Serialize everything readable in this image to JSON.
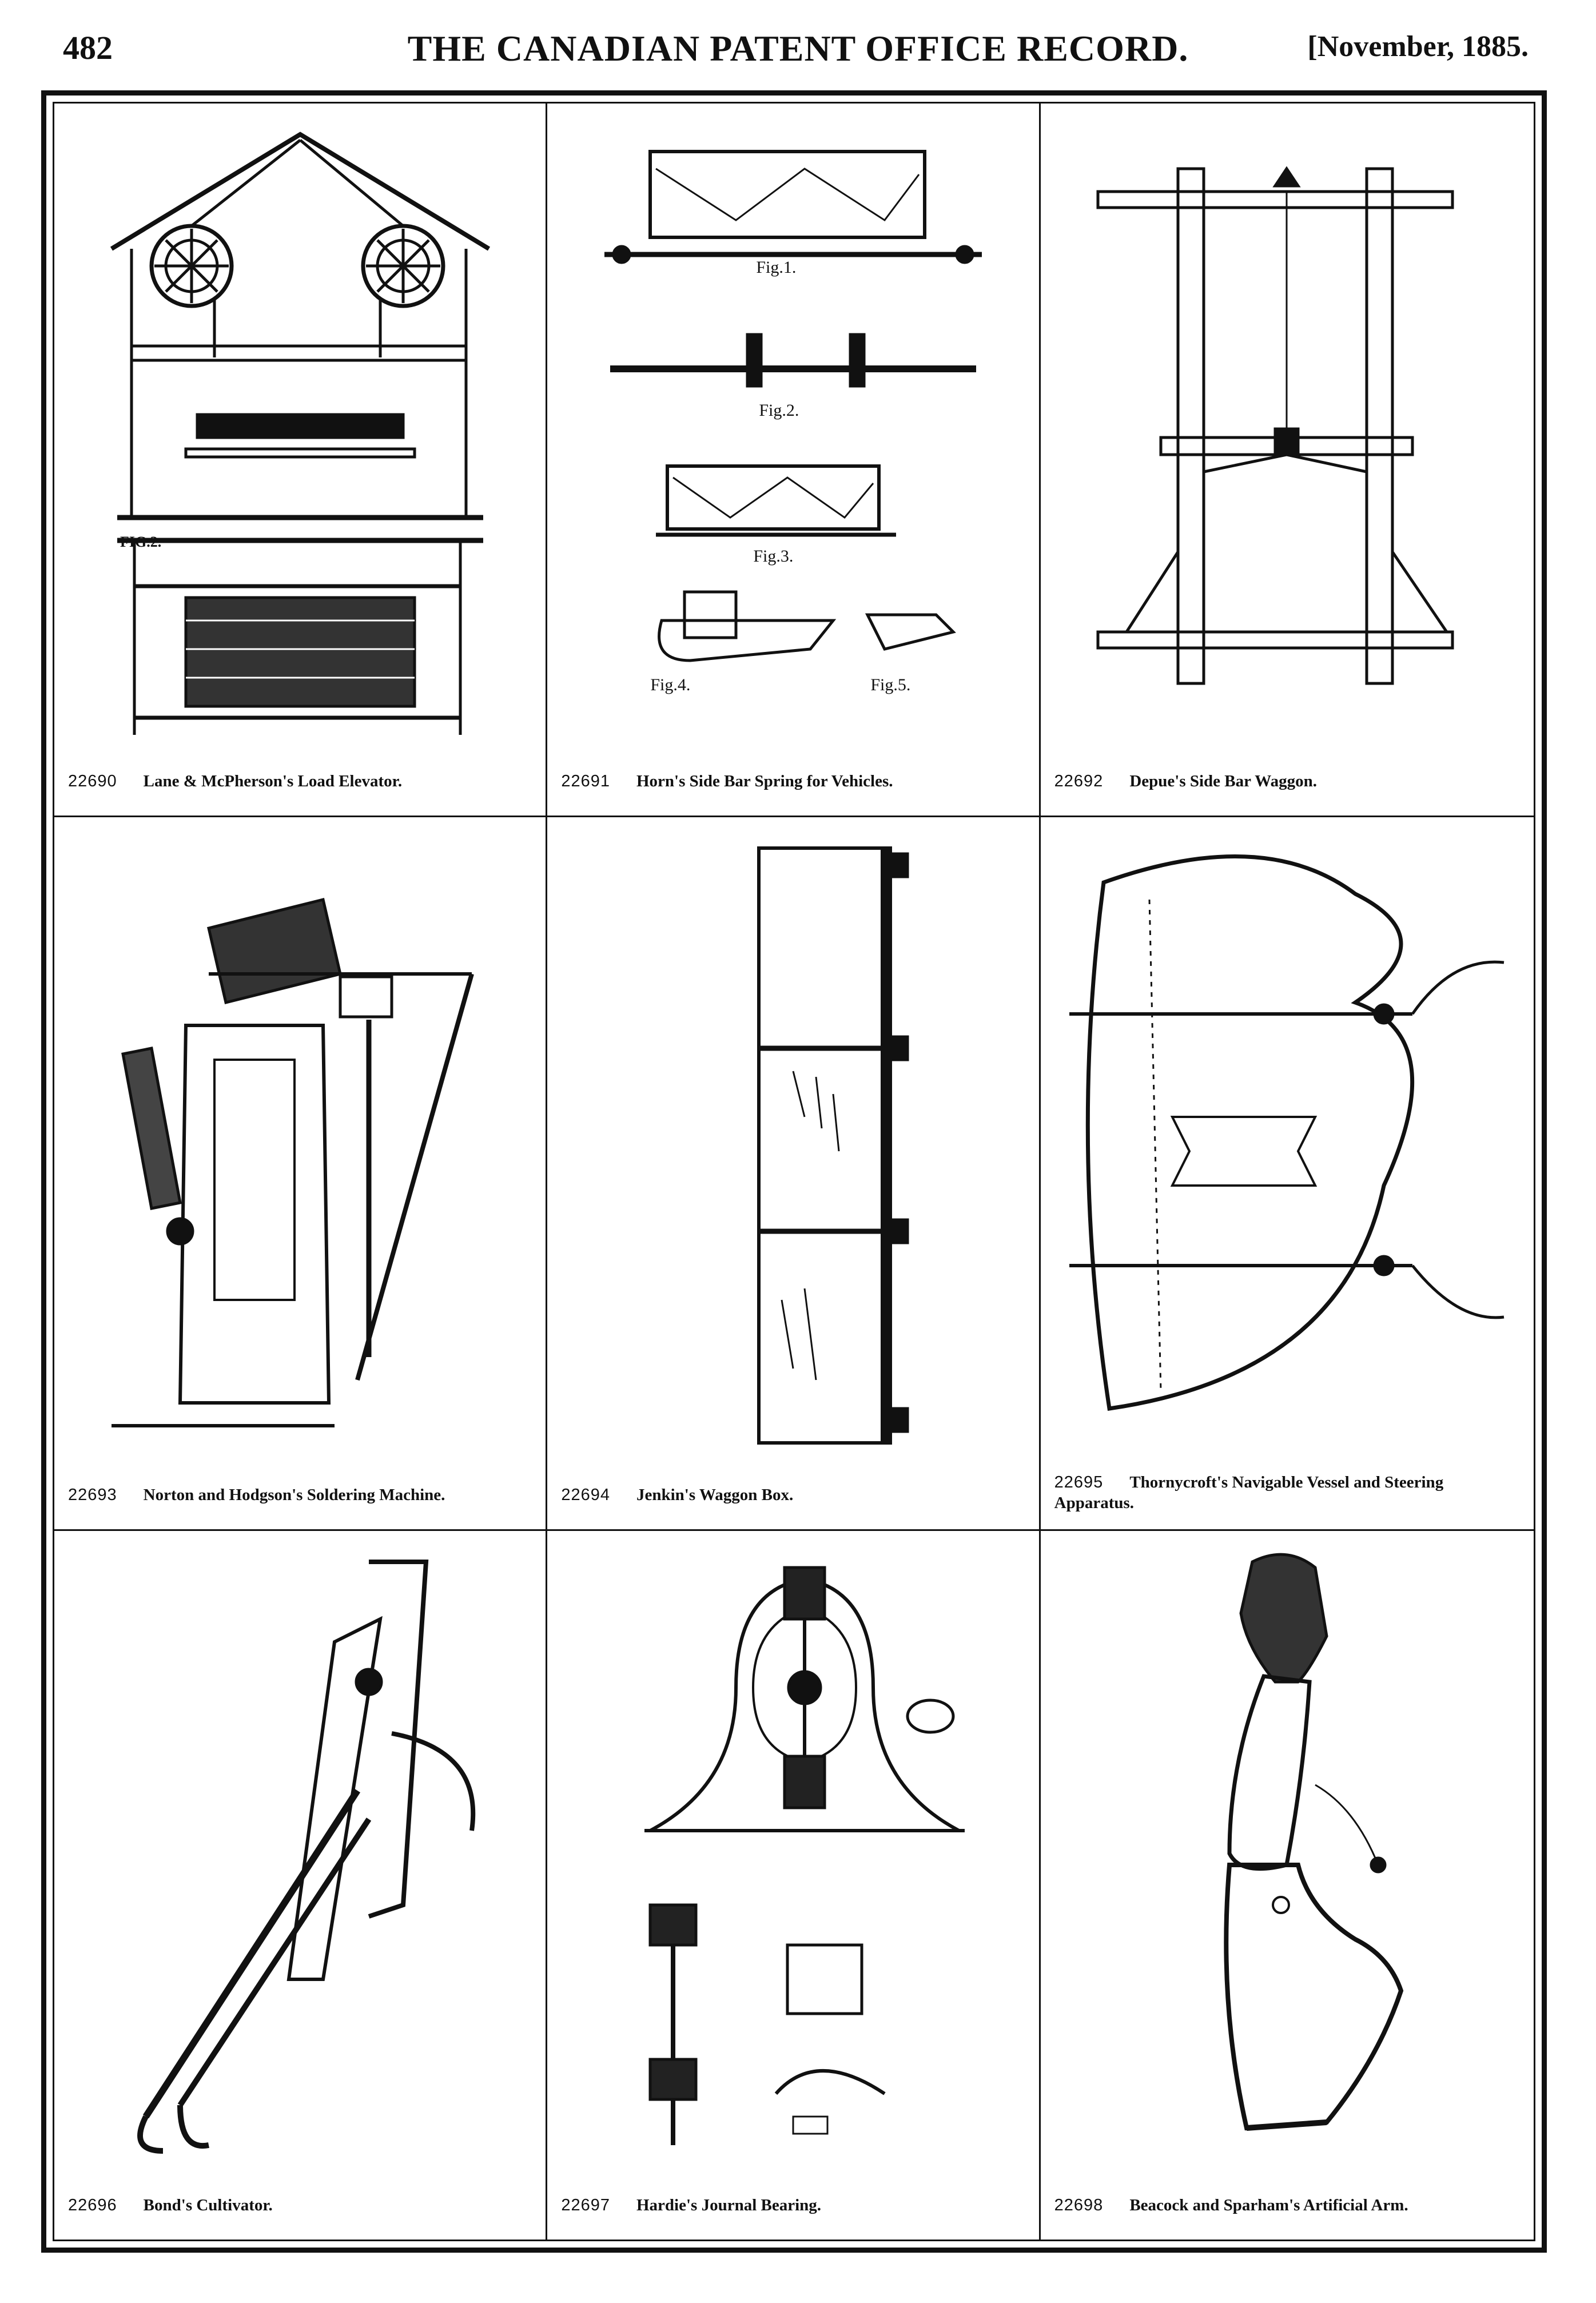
{
  "header": {
    "page_number": "482",
    "journal_title": "THE CANADIAN PATENT OFFICE RECORD.",
    "issue_date": "[November, 1885."
  },
  "patents": [
    {
      "number": "22690",
      "title": "Lane & McPherson's Load Elevator."
    },
    {
      "number": "22691",
      "title": "Horn's Side Bar Spring for Vehicles."
    },
    {
      "number": "22692",
      "title": "Depue's Side Bar Waggon."
    },
    {
      "number": "22693",
      "title": "Norton and Hodgson's Soldering Machine."
    },
    {
      "number": "22694",
      "title": "Jenkin's Waggon Box."
    },
    {
      "number": "22695",
      "title": "Thornycroft's Navigable Vessel and Steering Apparatus."
    },
    {
      "number": "22696",
      "title": "Bond's Cultivator."
    },
    {
      "number": "22697",
      "title": "Hardie's Journal Bearing."
    },
    {
      "number": "22698",
      "title": "Beacock and Sparham's Artificial Arm."
    }
  ],
  "figure_labels": {
    "horn_fig1": "Fig.1.",
    "horn_fig2": "Fig.2.",
    "horn_fig3": "Fig.3.",
    "horn_fig4": "Fig.4.",
    "horn_fig5": "Fig.5.",
    "lane_fig2": "FIG.2."
  },
  "colors": {
    "ink": "#111111",
    "paper": "#ffffff"
  }
}
